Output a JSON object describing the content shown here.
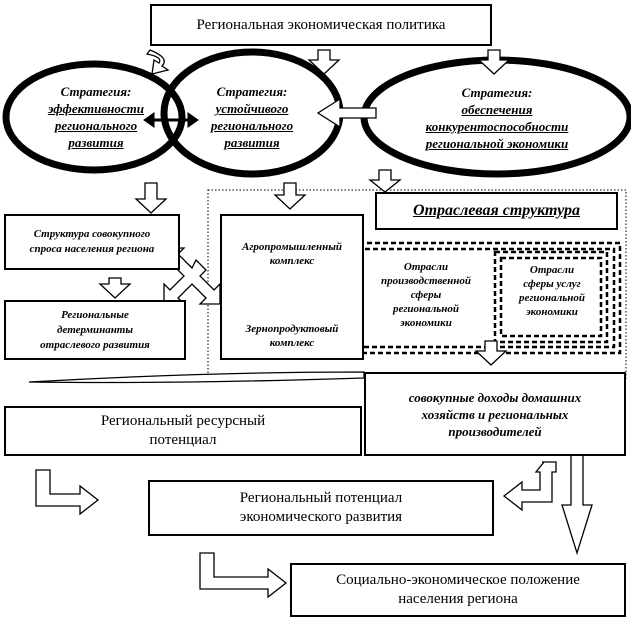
{
  "top_box": "Региональная экономическая политика",
  "strategies": {
    "s1": [
      "Стратегия:",
      "эффективности",
      "регионального",
      "развития"
    ],
    "s2": [
      "Стратегия:",
      "устойчивого",
      "регионального",
      "развития"
    ],
    "s3": [
      "Стратегия:",
      "обеспечения",
      "конкурентоспособности",
      "региональной экономики"
    ]
  },
  "sector_title": "Отраслевая структура",
  "demand_box": [
    "Структура совокупного",
    "спроса населения региона"
  ],
  "determinants_box": [
    "Региональные",
    "детерминанты",
    "отраслевого развития"
  ],
  "agro_box": [
    "Агропромышленный",
    "комплекс"
  ],
  "grain_box": [
    "Зернопродуктовый",
    "комплекс"
  ],
  "production_box": [
    "Отрасли",
    "производственной",
    "сферы",
    "региональной",
    "экономики"
  ],
  "services_box": [
    "Отрасли",
    "сферы услуг",
    "региональной",
    "экономики"
  ],
  "income_box": [
    "совокупные доходы домашних",
    "хозяйств и региональных",
    "производителей"
  ],
  "resource_box": [
    "Региональный ресурсный",
    "потенциал"
  ],
  "potential_box": [
    "Региональный потенциал",
    "экономического развития"
  ],
  "social_box": [
    "Социально-экономическое положение",
    "населения региона"
  ]
}
